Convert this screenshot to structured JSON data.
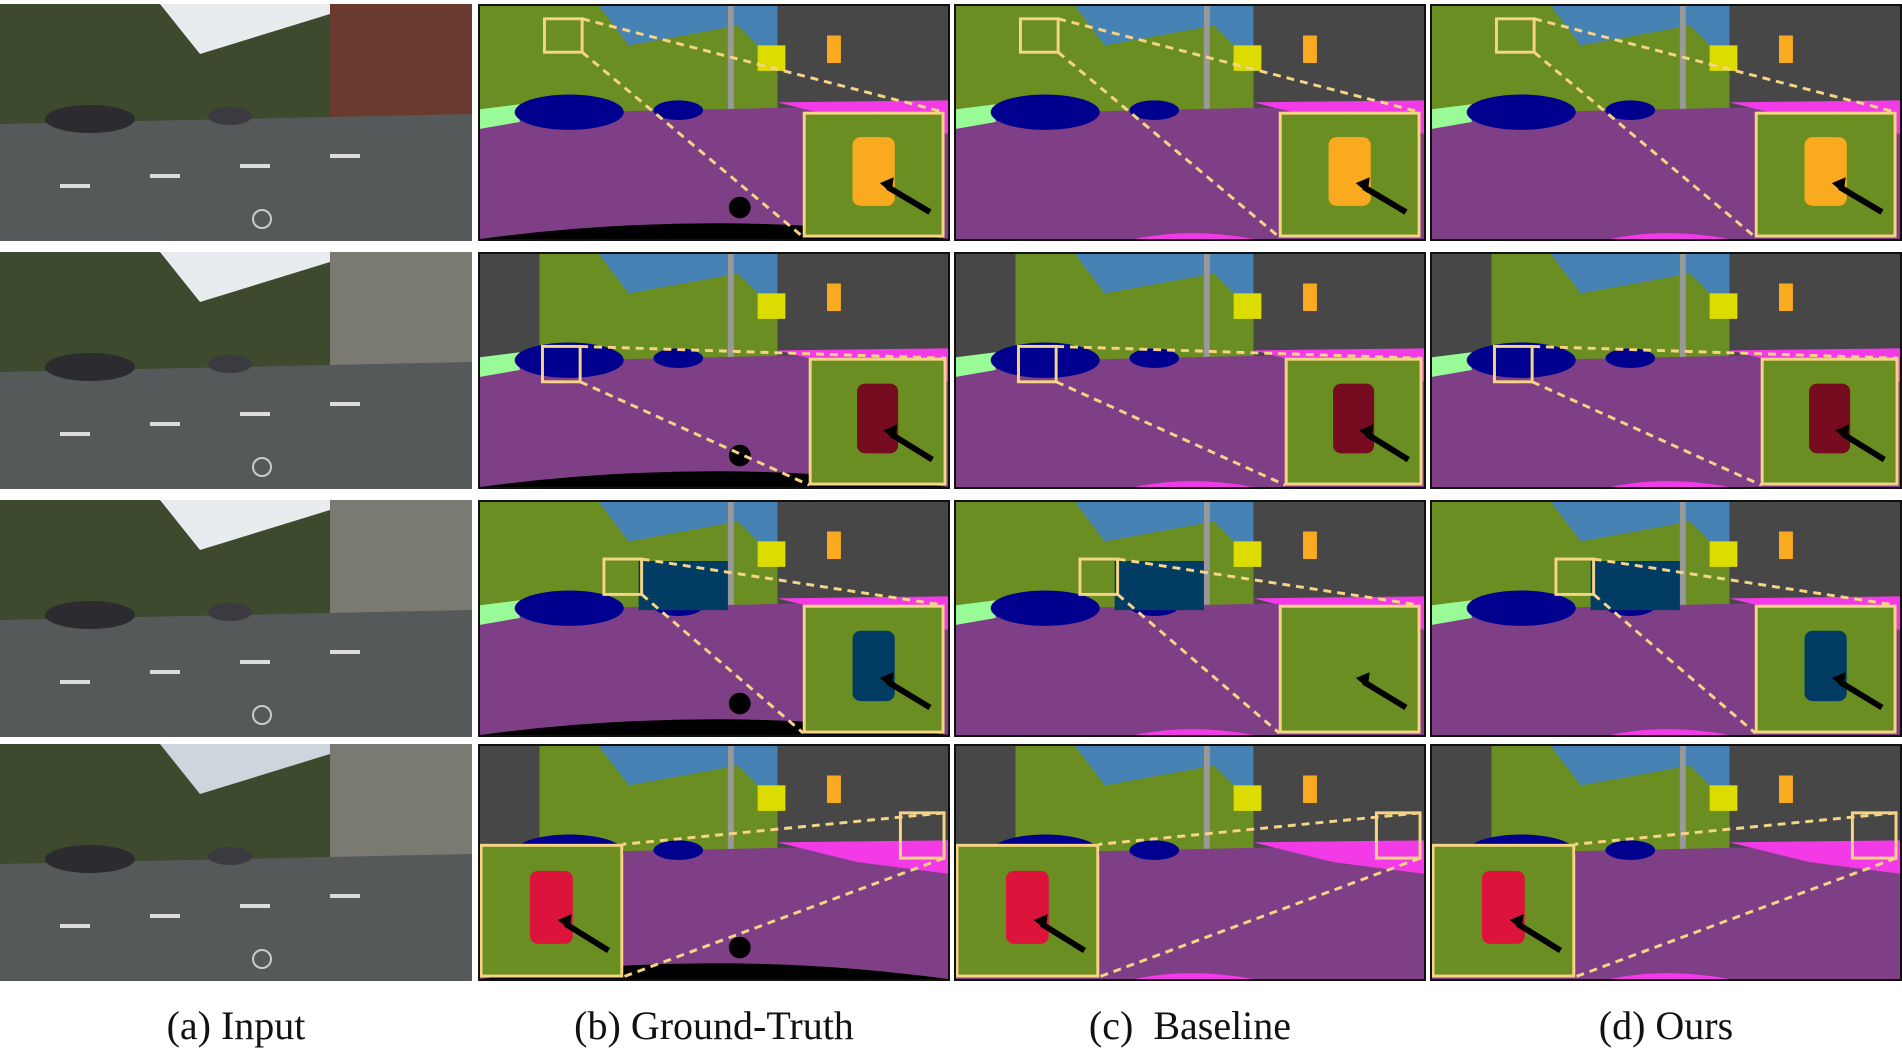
{
  "figure": {
    "captions": [
      "(a) Input",
      "(b) Ground-Truth",
      "(c)  Baseline",
      "(d) Ours"
    ],
    "columns": [
      "input",
      "ground-truth",
      "baseline",
      "ours"
    ],
    "rows": 4
  },
  "colors": {
    "road": "#7e3f86",
    "sidewalk": "#f23be6",
    "building": "#474747",
    "vegetation": "#6b8e23",
    "sky": "#4682b4",
    "car": "#00008e",
    "bus": "#003c64",
    "person": "#dc143c",
    "rider": "#ff0000",
    "pole": "#999999",
    "traffic_sign": "#dcdc00",
    "traffic_light": "#faaa1e",
    "terrain": "#98fb98",
    "bicycle": "#770b20",
    "unlabeled": "#000000",
    "zoom_box": "#f6d486",
    "arrow": "#000000"
  }
}
